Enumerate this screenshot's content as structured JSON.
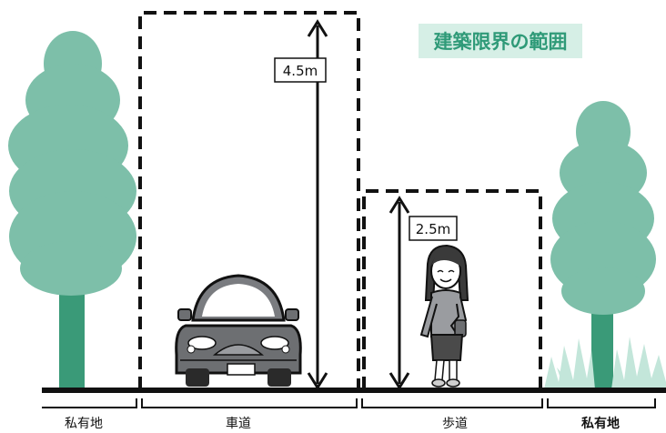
{
  "title": "建築限界の範囲",
  "measurements": {
    "roadway_height": "4.5m",
    "sidewalk_height": "2.5m"
  },
  "zones": [
    {
      "label": "私有地"
    },
    {
      "label": "車道"
    },
    {
      "label": "歩道"
    },
    {
      "label": "私有地"
    }
  ],
  "colors": {
    "tree_foliage": "#7dbfa9",
    "tree_trunk": "#3a9a78",
    "title_bg": "#d6efe6",
    "title_text": "#2f9a78",
    "grass": "#c3e6da",
    "ground": "#111111",
    "car_body": "#6d6f72"
  },
  "icons": [
    "tree-icon",
    "car-icon",
    "pedestrian-icon",
    "grass-icon",
    "double-arrow-icon"
  ]
}
